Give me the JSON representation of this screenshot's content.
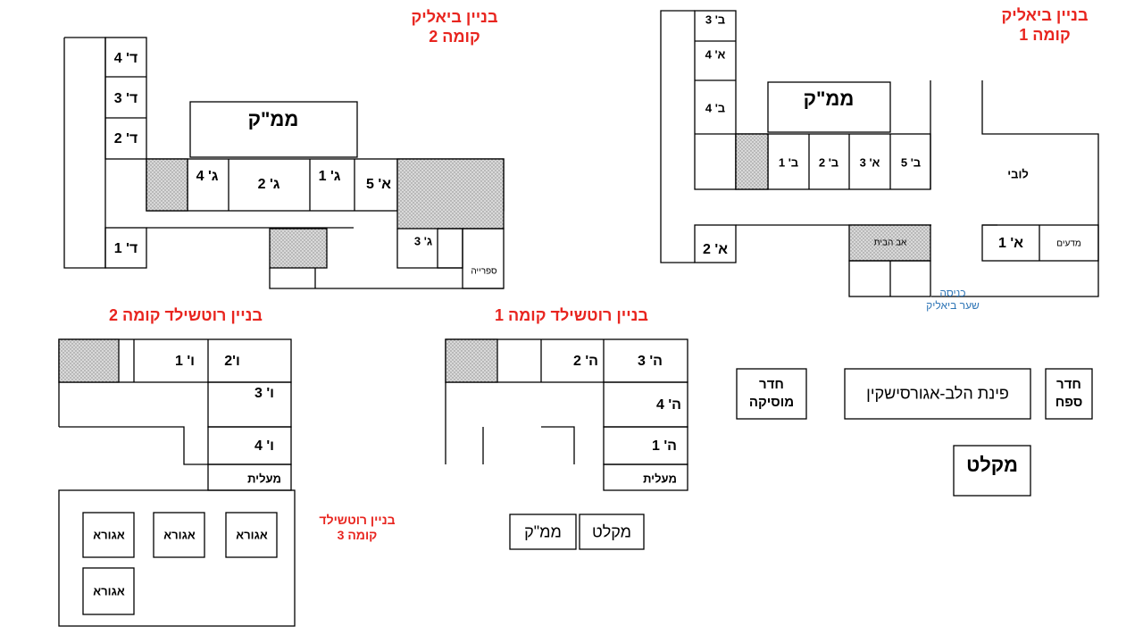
{
  "colors": {
    "title": "#e8251f",
    "entrance": "#2e75b6",
    "line": "#000000",
    "hatch": "#cfcfcf"
  },
  "titles": {
    "bialik_2": {
      "line1": "בניין ביאליק",
      "line2": "קומה 2"
    },
    "bialik_1": {
      "line1": "בניין ביאליק",
      "line2": "קומה 1"
    },
    "rothschild_2": "בניין רוטשילד קומה 2",
    "rothschild_1": "בניין רוטשילד קומה 1",
    "rothschild_3": {
      "line1": "בניין רוטשילד",
      "line2": "קומה 3"
    }
  },
  "bialik_2_rooms": {
    "d4": "ד' 4",
    "d3": "ד' 3",
    "d2": "ד' 2",
    "d1": "ד' 1",
    "mamak": "ממ\"ק",
    "g4": "ג' 4",
    "g2": "ג' 2",
    "g1": "ג' 1",
    "a5": "א' 5",
    "g3": "ג' 3",
    "library": "ספרייה"
  },
  "bialik_1_rooms": {
    "b3": "ב' 3",
    "a4": "א' 4",
    "b4": "ב' 4",
    "mamak": "ממ\"ק",
    "b1": "ב' 1",
    "b2": "ב' 2",
    "a3": "א' 3",
    "b5": "ב' 5",
    "lobby": "לובי",
    "a2": "א' 2",
    "caretaker": "אב הבית",
    "a1": "א' 1",
    "science": "מדעים",
    "entrance": {
      "line1": "כניסה",
      "line2": "שער ביאליק"
    }
  },
  "rothschild_2_rooms": {
    "v2": "ו'2",
    "v1": "ו' 1",
    "v3": "ו' 3",
    "v4": "ו' 4",
    "elevator": "מעלית"
  },
  "rothschild_1_rooms": {
    "h3": "ה' 3",
    "h2": "ה' 2",
    "h4": "ה' 4",
    "h1": "ה' 1",
    "elevator": "מעלית",
    "shelter": "מקלט",
    "mamak": "ממ\"ק"
  },
  "rothschild_3_rooms": {
    "agora1": "אגורא",
    "agora2": "אגורא",
    "agora3": "אגורא",
    "agora4": "אגורא"
  },
  "center": {
    "music": {
      "line1": "חדר",
      "line2": "מוסיקה"
    },
    "heart": "פינת הלב-אגורסישקין",
    "spah": {
      "line1": "חדר",
      "line2": "ספח"
    },
    "shelter": "מקלט"
  }
}
